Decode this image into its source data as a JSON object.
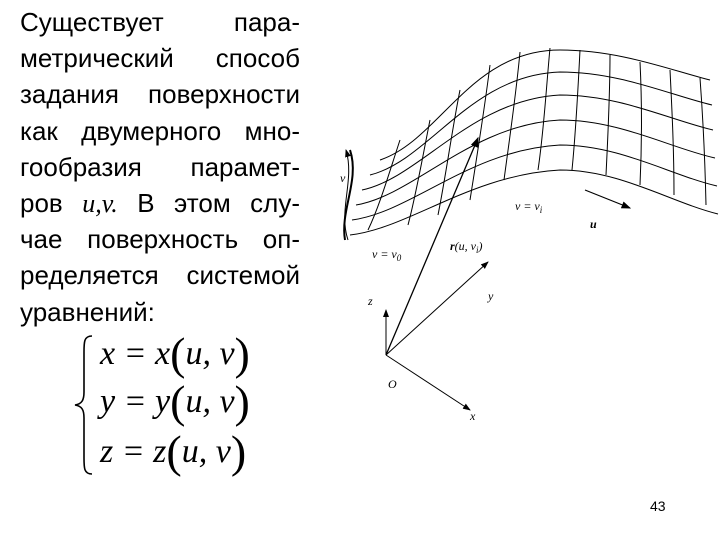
{
  "paragraph": {
    "lines": [
      "Существует пара-",
      "метрический способ",
      "задания поверхности",
      "как двумерного мно-",
      "гообразия парамет-",
      "ров ",
      " В этом слу-",
      "чае поверхность оп-",
      "ределяется системой",
      "уравнений:"
    ],
    "params": "u,v."
  },
  "equations": [
    {
      "lhs": "x = x",
      "args": "u, v"
    },
    {
      "lhs": "y = y",
      "args": "u, v"
    },
    {
      "lhs": "z = z",
      "args": "u, v"
    }
  ],
  "figure": {
    "labels": {
      "v": "v",
      "v_eq_v0": "v = v",
      "v0_sub": "0",
      "v_eq_vi": "v = v",
      "vi_sub": "i",
      "u": "u",
      "r": "r",
      "r_args": "(u, v",
      "r_sub": "i",
      "r_close": ")",
      "z": "z",
      "y": "y",
      "x": "x",
      "origin": "O"
    }
  },
  "page_number": "43"
}
